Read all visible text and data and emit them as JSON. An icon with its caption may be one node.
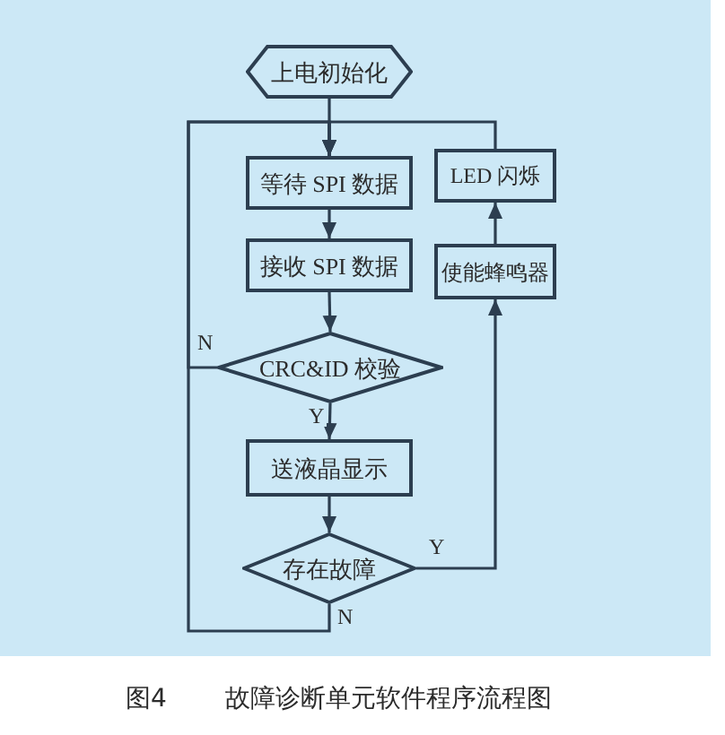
{
  "diagram": {
    "caption": "图4 故障诊断单元软件程序流程图",
    "nodes": [
      {
        "text": [
          "上电初始化"
        ]
      },
      {
        "text": [
          "等待 SPI 数据"
        ]
      },
      {
        "text": [
          "接收 SPI 数据"
        ]
      },
      {
        "text": [
          "CRC&ID 校验"
        ]
      },
      {
        "text": [
          "送液晶显示"
        ]
      },
      {
        "text": [
          "存在故障"
        ]
      },
      {
        "text": [
          "LED 闪烁"
        ]
      },
      {
        "text": [
          "使能蜂鸣器"
        ]
      }
    ],
    "edges": [
      {
        "from": 0,
        "to": 1,
        "arrow": "to"
      },
      {
        "from": 1,
        "to": 2,
        "arrow": "to"
      },
      {
        "from": 2,
        "to": 3,
        "arrow": "to"
      },
      {
        "from": 3,
        "to": 4,
        "arrow": "to",
        "label": "Y"
      },
      {
        "from": 3,
        "to": 1,
        "arrow": "to",
        "label": "N"
      },
      {
        "from": 4,
        "to": 5,
        "arrow": "to"
      },
      {
        "from": 5,
        "to": 7,
        "arrow": "to",
        "label": "Y"
      },
      {
        "from": 5,
        "to": 1,
        "arrow": "to",
        "label": "N"
      },
      {
        "from": 7,
        "to": 6,
        "arrow": "to"
      },
      {
        "from": 6,
        "to": 1,
        "arrow": "to"
      }
    ]
  }
}
